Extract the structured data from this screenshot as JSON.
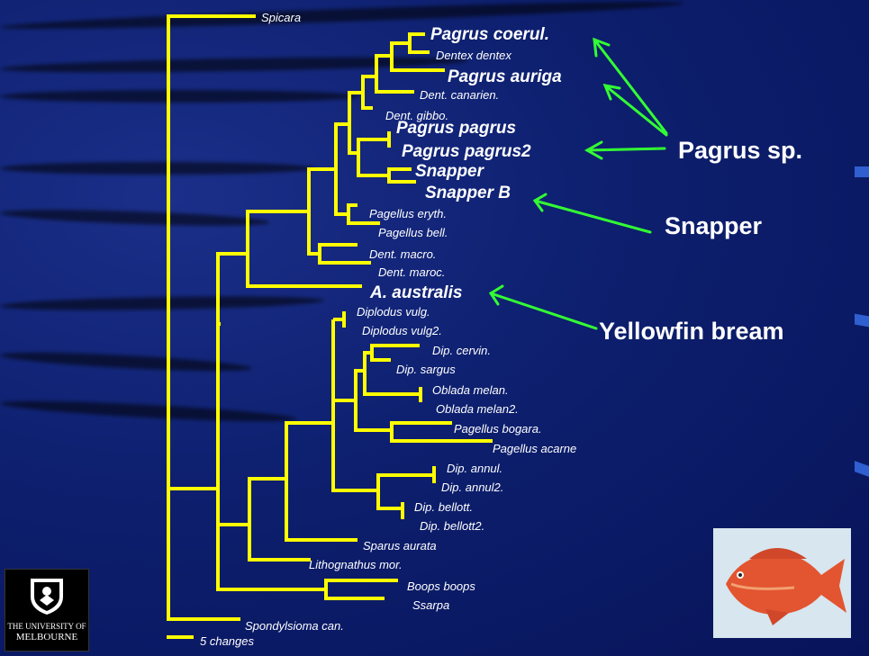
{
  "tree": {
    "scale_label": "5 changes",
    "taxa": {
      "spicara": "Spicara",
      "pagrus_coerul": "Pagrus coerul.",
      "dentex_dentex": "Dentex dentex",
      "pagrus_auriga": "Pagrus auriga",
      "dent_canarien": "Dent. canarien.",
      "dent_gibbo": "Dent. gibbo.",
      "pagrus_pagrus": "Pagrus pagrus",
      "pagrus_pagrus2": "Pagrus pagrus2",
      "snapper": "Snapper",
      "snapper_b": "Snapper B",
      "pagellus_eryth": "Pagellus eryth.",
      "pagellus_bell": "Pagellus bell.",
      "dent_macro": "Dent. macro.",
      "dent_maroc": "Dent. maroc.",
      "a_australis": "A. australis",
      "diplodus_vulg": "Diplodus vulg.",
      "diplodus_vulg2": "Diplodus vulg2.",
      "dip_cervin": "Dip. cervin.",
      "dip_sargus": "Dip. sargus",
      "oblada_melan": "Oblada melan.",
      "oblada_melan2": "Oblada melan2.",
      "pagellus_bogara": "Pagellus bogara.",
      "pagellus_acarne": "Pagellus acarne",
      "dip_annul": "Dip. annul.",
      "dip_annul2": "Dip. annul2.",
      "dip_bellott": "Dip. bellott.",
      "dip_bellott2": "Dip. bellott2.",
      "sparus_aurata": "Sparus aurata",
      "lithognathus_mor": "Lithognathus mor.",
      "boops_boops": "Boops boops",
      "ssarpa": "Ssarpa",
      "spondylsioma_can": "Spondylsioma can."
    }
  },
  "callouts": {
    "pagrus": "Pagrus sp.",
    "snapper": "Snapper",
    "yellowfin": "Yellowfin bream"
  },
  "logo": {
    "line1": "THE UNIVERSITY OF",
    "line2": "MELBOURNE"
  },
  "colors": {
    "branch": "#ffff00",
    "arrow": "#33ff33",
    "text": "#ffffff",
    "background": "#0d1f6e"
  },
  "icons": {
    "crest": "university-crest-icon",
    "fish": "red-snapper-fish-illustration"
  }
}
